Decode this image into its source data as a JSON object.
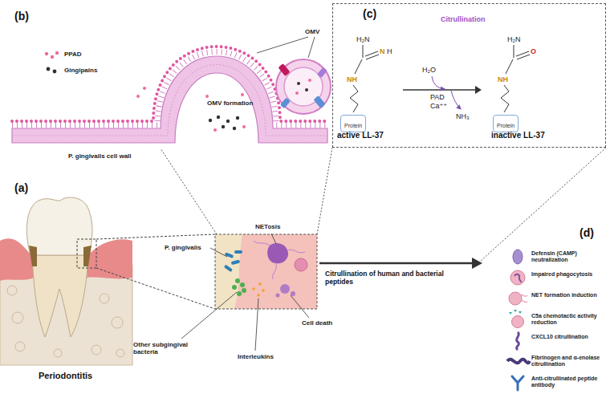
{
  "diagram": {
    "nodes": [
      {
        "text": [
          "Citrullination"
        ]
      },
      {
        "text": [
          "Protein"
        ],
        "in": 0
      },
      {
        "text": [
          "Protein"
        ],
        "in": 0
      }
    ],
    "labels": [
      "(b)",
      "OMV",
      "OMV formation",
      "P. gingivalis cell wall",
      "(c)",
      "H₂N",
      "N",
      "H",
      "NH",
      "active LL-37",
      "H₂O",
      "PAD",
      "Ca⁺⁺",
      "NH₃",
      "H₂N",
      "O",
      "NH",
      "inactive LL-37",
      "(a)",
      "P. gingivalis",
      "NETosis",
      "Other subgingival bacteria",
      "Interleukins",
      "Cell death",
      "Periodontitis",
      "Citrullination of human and bacterial peptides",
      "(d)",
      "Defensin (CAMP) neutralization",
      "Impaired phagocytosis",
      "NET formation induction",
      "C5a chemotactic activity reduction",
      "CXCL10 citrullination",
      "Fibrinogen and α-enolase citrullination",
      "Anti-citrullinated peptide antibody"
    ],
    "legend": [
      {
        "text": "PPAD"
      },
      {
        "text": "Gingipains"
      }
    ]
  }
}
